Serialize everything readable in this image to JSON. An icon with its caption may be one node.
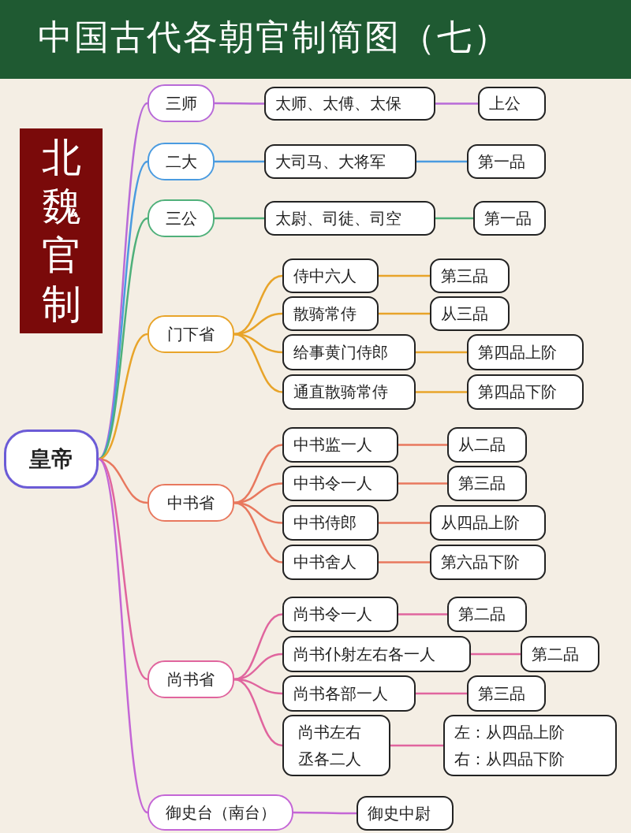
{
  "diagram": {
    "title": "中国古代各朝官制简图（七）",
    "nodes": [
      {
        "text": [
          "北魏官制"
        ]
      },
      {
        "text": [
          "皇帝"
        ]
      },
      {
        "text": [
          "三师"
        ]
      },
      {
        "text": [
          "太师、太傅、太保"
        ]
      },
      {
        "text": [
          "上公"
        ]
      },
      {
        "text": [
          "二大"
        ]
      },
      {
        "text": [
          "大司马、大将军"
        ]
      },
      {
        "text": [
          "第一品"
        ]
      },
      {
        "text": [
          "三公"
        ]
      },
      {
        "text": [
          "太尉、司徒、司空"
        ]
      },
      {
        "text": [
          "第一品"
        ]
      },
      {
        "text": [
          "门下省"
        ]
      },
      {
        "text": [
          "侍中六人"
        ]
      },
      {
        "text": [
          "第三品"
        ]
      },
      {
        "text": [
          "散骑常侍"
        ]
      },
      {
        "text": [
          "从三品"
        ]
      },
      {
        "text": [
          "给事黄门侍郎"
        ]
      },
      {
        "text": [
          "第四品上阶"
        ]
      },
      {
        "text": [
          "通直散骑常侍"
        ]
      },
      {
        "text": [
          "第四品下阶"
        ]
      },
      {
        "text": [
          "中书省"
        ]
      },
      {
        "text": [
          "中书监一人"
        ]
      },
      {
        "text": [
          "从二品"
        ]
      },
      {
        "text": [
          "中书令一人"
        ]
      },
      {
        "text": [
          "第三品"
        ]
      },
      {
        "text": [
          "中书侍郎"
        ]
      },
      {
        "text": [
          "从四品上阶"
        ]
      },
      {
        "text": [
          "中书舍人"
        ]
      },
      {
        "text": [
          "第六品下阶"
        ]
      },
      {
        "text": [
          "尚书省"
        ]
      },
      {
        "text": [
          "尚书令一人"
        ]
      },
      {
        "text": [
          "第二品"
        ]
      },
      {
        "text": [
          "尚书仆射左右各一人"
        ]
      },
      {
        "text": [
          "第二品"
        ]
      },
      {
        "text": [
          "尚书各部一人"
        ]
      },
      {
        "text": [
          "第三品"
        ]
      },
      {
        "text": [
          "尚书左右丞各二人"
        ]
      },
      {
        "text": [
          "左：从四品上阶",
          "右：从四品下阶"
        ]
      },
      {
        "text": [
          "御史台（南台）"
        ]
      },
      {
        "text": [
          "御史中尉"
        ]
      }
    ],
    "edges": [
      {
        "from": 1,
        "to": 2,
        "arrow": "none",
        "color": "#b86ad8"
      },
      {
        "from": 2,
        "to": 3,
        "arrow": "none",
        "color": "#b86ad8"
      },
      {
        "from": 3,
        "to": 4,
        "arrow": "none",
        "color": "#b86ad8"
      },
      {
        "from": 1,
        "to": 5,
        "arrow": "none",
        "color": "#4a9be0"
      },
      {
        "from": 5,
        "to": 6,
        "arrow": "none",
        "color": "#4a9be0"
      },
      {
        "from": 6,
        "to": 7,
        "arrow": "none",
        "color": "#4a9be0"
      },
      {
        "from": 1,
        "to": 8,
        "arrow": "none",
        "color": "#4fb07a"
      },
      {
        "from": 8,
        "to": 9,
        "arrow": "none",
        "color": "#4fb07a"
      },
      {
        "from": 9,
        "to": 10,
        "arrow": "none",
        "color": "#4fb07a"
      },
      {
        "from": 1,
        "to": 11,
        "arrow": "none",
        "color": "#e8a42a"
      },
      {
        "from": 11,
        "to": 12,
        "arrow": "none",
        "color": "#e8a42a"
      },
      {
        "from": 11,
        "to": 14,
        "arrow": "none",
        "color": "#e8a42a"
      },
      {
        "from": 11,
        "to": 16,
        "arrow": "none",
        "color": "#e8a42a"
      },
      {
        "from": 11,
        "to": 18,
        "arrow": "none",
        "color": "#e8a42a"
      },
      {
        "from": 12,
        "to": 13,
        "arrow": "none",
        "color": "#e8a42a"
      },
      {
        "from": 14,
        "to": 15,
        "arrow": "none",
        "color": "#e8a42a"
      },
      {
        "from": 16,
        "to": 17,
        "arrow": "none",
        "color": "#e8a42a"
      },
      {
        "from": 18,
        "to": 19,
        "arrow": "none",
        "color": "#e8a42a"
      },
      {
        "from": 1,
        "to": 20,
        "arrow": "none",
        "color": "#e8785e"
      },
      {
        "from": 20,
        "to": 21,
        "arrow": "none",
        "color": "#e8785e"
      },
      {
        "from": 20,
        "to": 23,
        "arrow": "none",
        "color": "#e8785e"
      },
      {
        "from": 20,
        "to": 25,
        "arrow": "none",
        "color": "#e8785e"
      },
      {
        "from": 20,
        "to": 27,
        "arrow": "none",
        "color": "#e8785e"
      },
      {
        "from": 21,
        "to": 22,
        "arrow": "none",
        "color": "#e8785e"
      },
      {
        "from": 23,
        "to": 24,
        "arrow": "none",
        "color": "#e8785e"
      },
      {
        "from": 25,
        "to": 26,
        "arrow": "none",
        "color": "#e8785e"
      },
      {
        "from": 27,
        "to": 28,
        "arrow": "none",
        "color": "#e8785e"
      },
      {
        "from": 1,
        "to": 29,
        "arrow": "none",
        "color": "#e0659e"
      },
      {
        "from": 29,
        "to": 30,
        "arrow": "none",
        "color": "#e0659e"
      },
      {
        "from": 29,
        "to": 32,
        "arrow": "none",
        "color": "#e0659e"
      },
      {
        "from": 29,
        "to": 34,
        "arrow": "none",
        "color": "#e0659e"
      },
      {
        "from": 29,
        "to": 36,
        "arrow": "none",
        "color": "#e0659e"
      },
      {
        "from": 30,
        "to": 31,
        "arrow": "none",
        "color": "#e0659e"
      },
      {
        "from": 32,
        "to": 33,
        "arrow": "none",
        "color": "#e0659e"
      },
      {
        "from": 34,
        "to": 35,
        "arrow": "none",
        "color": "#e0659e"
      },
      {
        "from": 36,
        "to": 37,
        "arrow": "none",
        "color": "#e0659e"
      },
      {
        "from": 1,
        "to": 38,
        "arrow": "none",
        "color": "#c466d6"
      },
      {
        "from": 38,
        "to": 39,
        "arrow": "none",
        "color": "#c466d6"
      }
    ]
  }
}
